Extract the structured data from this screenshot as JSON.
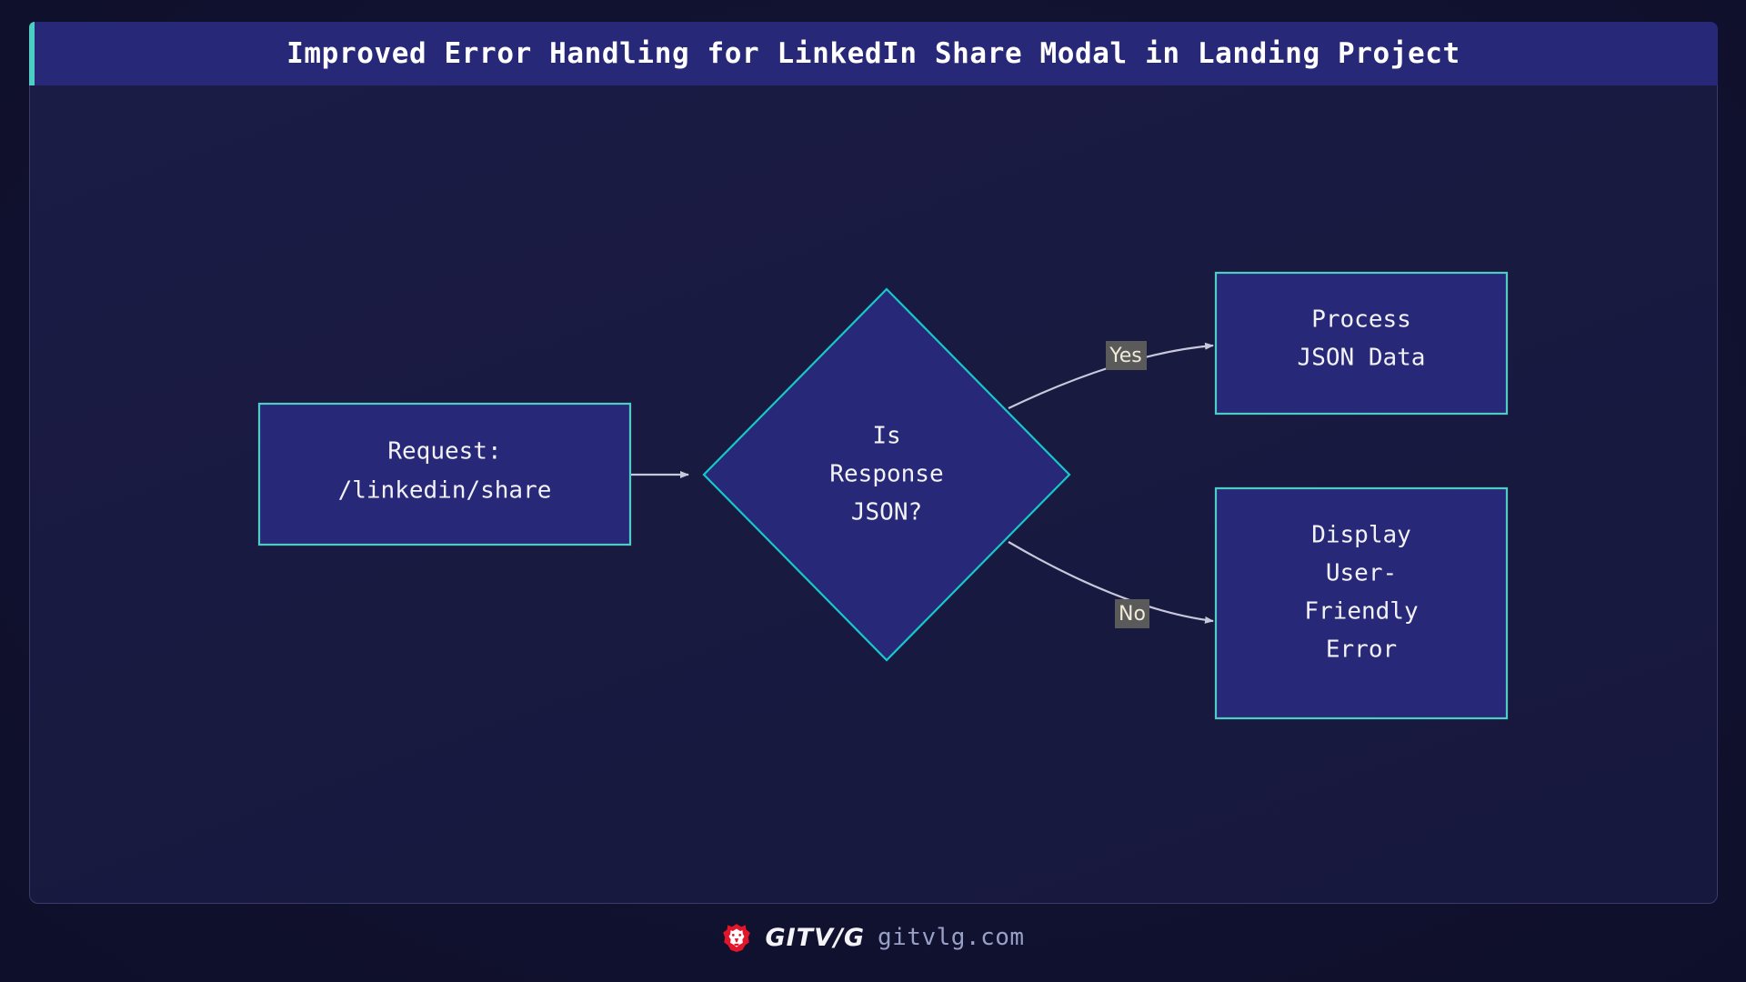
{
  "header": {
    "title": "Improved Error Handling for LinkedIn Share Modal in Landing Project",
    "accent_color": "#4ecdc4",
    "background_color": "#282878"
  },
  "canvas": {
    "background_color": "#191a41",
    "border_color": "#3a3a6b"
  },
  "flowchart": {
    "type": "flowchart",
    "direction": "left-to-right",
    "node_fill": "#282878",
    "node_border": "#4ecdc4",
    "edge_color": "#c8c8dc",
    "nodes": [
      {
        "id": "request",
        "shape": "rect",
        "lines": [
          "Request:",
          "/linkedin/share"
        ],
        "line1": "Request:",
        "line2": "/linkedin/share"
      },
      {
        "id": "decision",
        "shape": "diamond",
        "lines": [
          "Is",
          "Response",
          "JSON?"
        ],
        "line1": "Is",
        "line2": "Response",
        "line3": "JSON?"
      },
      {
        "id": "process",
        "shape": "rect",
        "lines": [
          "Process",
          "JSON Data"
        ],
        "line1": "Process",
        "line2": "JSON Data"
      },
      {
        "id": "error",
        "shape": "rect",
        "lines": [
          "Display",
          "User-",
          "Friendly",
          "Error"
        ],
        "line1": "Display",
        "line2": "User-",
        "line3": "Friendly",
        "line4": "Error"
      }
    ],
    "edges": [
      {
        "from": "request",
        "to": "decision",
        "label": ""
      },
      {
        "from": "decision",
        "to": "process",
        "label": "Yes"
      },
      {
        "from": "decision",
        "to": "error",
        "label": "No"
      }
    ],
    "edge_labels": {
      "yes": "Yes",
      "no": "No"
    }
  },
  "footer": {
    "logo_icon": "lion-head-icon",
    "brand": "GITV/G",
    "url": "gitvlg.com",
    "logo_color": "#e3152a"
  }
}
